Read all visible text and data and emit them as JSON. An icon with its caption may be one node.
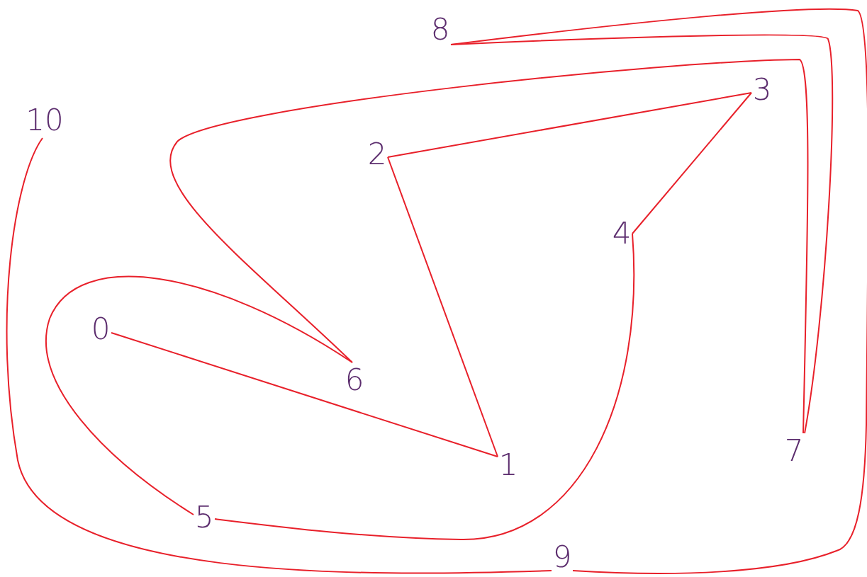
{
  "diagram": {
    "nodes": [
      {
        "text": [
          "0"
        ]
      },
      {
        "text": [
          "1"
        ]
      },
      {
        "text": [
          "2"
        ]
      },
      {
        "text": [
          "3"
        ]
      },
      {
        "text": [
          "4"
        ]
      },
      {
        "text": [
          "5"
        ]
      },
      {
        "text": [
          "6"
        ]
      },
      {
        "text": [
          "7"
        ]
      },
      {
        "text": [
          "8"
        ]
      },
      {
        "text": [
          "9"
        ]
      },
      {
        "text": [
          "10"
        ]
      }
    ],
    "edges": [
      {
        "from": 0,
        "to": 1,
        "arrow": "none"
      },
      {
        "from": 1,
        "to": 2,
        "arrow": "none"
      },
      {
        "from": 2,
        "to": 3,
        "arrow": "none"
      },
      {
        "from": 3,
        "to": 4,
        "arrow": "none"
      },
      {
        "from": 4,
        "to": 5,
        "arrow": "none"
      },
      {
        "from": 5,
        "to": 6,
        "arrow": "none"
      },
      {
        "from": 6,
        "to": 7,
        "arrow": "none"
      },
      {
        "from": 7,
        "to": 8,
        "arrow": "none"
      },
      {
        "from": 8,
        "to": 9,
        "arrow": "none"
      },
      {
        "from": 9,
        "to": 10,
        "arrow": "none"
      }
    ]
  }
}
